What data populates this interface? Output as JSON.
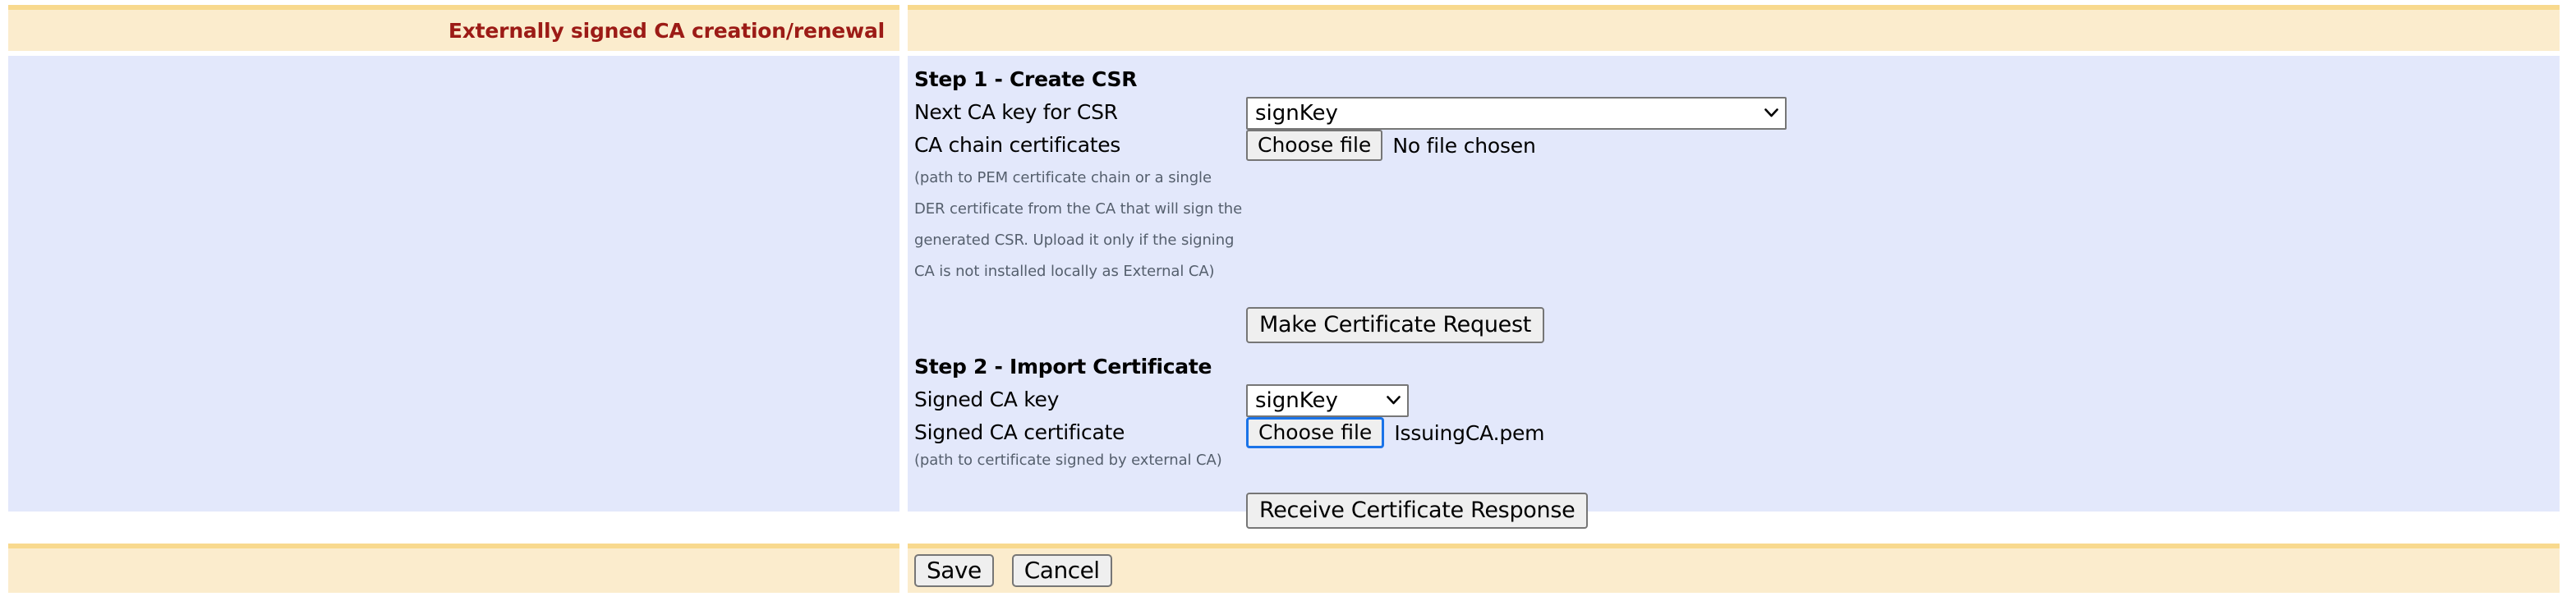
{
  "header": {
    "title": "Externally signed CA creation/renewal"
  },
  "form": {
    "step1": {
      "heading": "Step 1 - Create CSR",
      "next_ca_key_label": "Next CA key for CSR",
      "next_ca_key_value": "signKey",
      "ca_chain_label": "CA chain certificates",
      "ca_chain_button": "Choose file",
      "ca_chain_filename": "No file chosen",
      "ca_chain_help": "(path to PEM certificate chain or a single DER certificate from the CA that will sign the generated CSR. Upload it only if the signing CA is not installed locally as External CA)",
      "make_request_button": "Make Certificate Request"
    },
    "step2": {
      "heading": "Step 2 - Import Certificate",
      "signed_ca_key_label": "Signed CA key",
      "signed_ca_key_value": "signKey",
      "signed_ca_cert_label": "Signed CA certificate",
      "signed_ca_cert_button": "Choose file",
      "signed_ca_cert_filename": "IssuingCA.pem",
      "signed_ca_cert_help": "(path to certificate signed by external CA)",
      "receive_response_button": "Receive Certificate Response"
    }
  },
  "footer": {
    "save_label": "Save",
    "cancel_label": "Cancel"
  },
  "icons": {
    "dropdown_chevron": "⌄"
  },
  "colors": {
    "header_background": "#fbeccd",
    "header_accent": "#f8d98e",
    "title_text": "#9c1b16",
    "body_background": "#e3e8fb",
    "help_text": "#555f6d",
    "focus_outline": "#1a73e8",
    "control_border": "#767676",
    "button_face": "#efefef"
  }
}
